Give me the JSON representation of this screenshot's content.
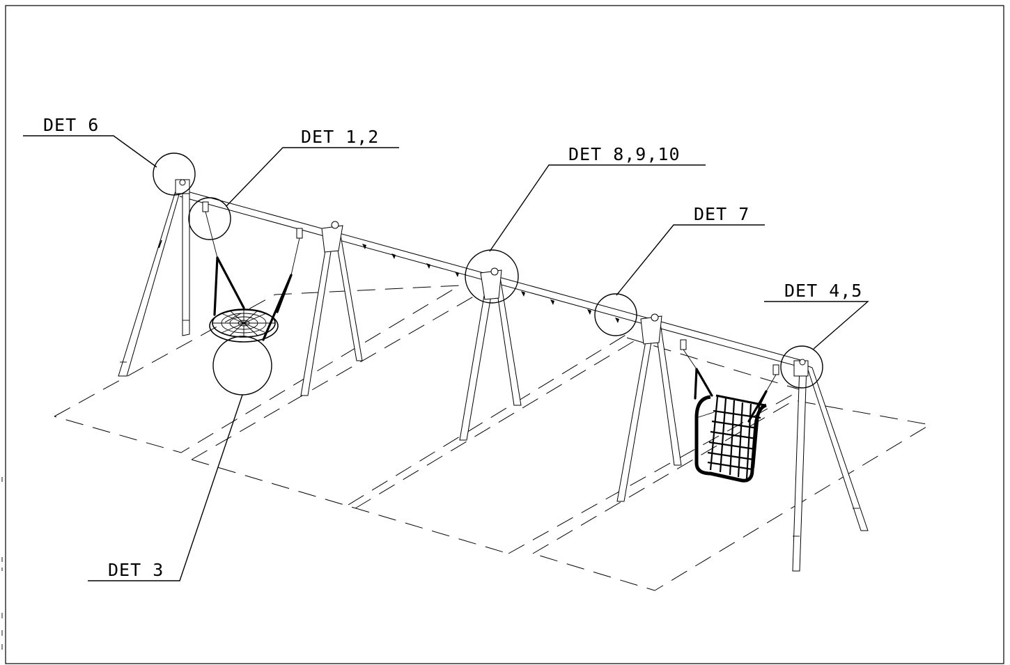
{
  "callouts": {
    "det6": "DET 6",
    "det12": "DET 1,2",
    "det8910": "DET 8,9,10",
    "det7": "DET 7",
    "det45": "DET 4,5",
    "det3": "DET 3"
  }
}
